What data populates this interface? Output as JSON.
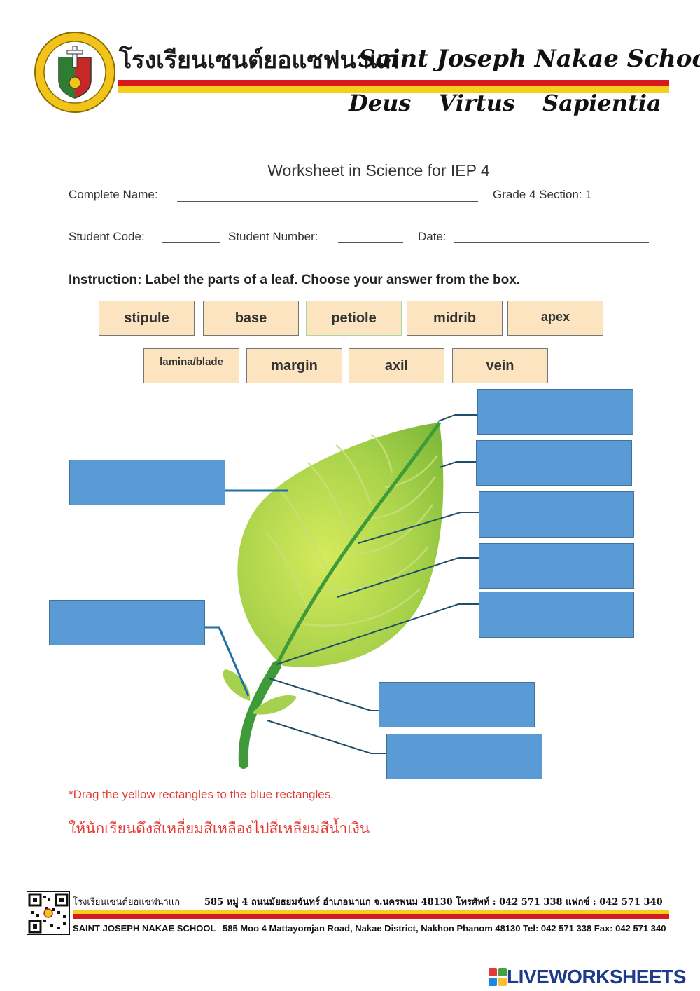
{
  "header": {
    "school_name_thai": "โรงเรียนเซนต์ยอแซฟนาแก",
    "school_name_english": "Saint Joseph Nakae School",
    "motto": "Deus Virtus Sapientia",
    "colors": {
      "stripe_red": "#d71920",
      "stripe_yellow": "#f4d01d"
    }
  },
  "worksheet": {
    "title": "Worksheet in Science for IEP 4",
    "complete_name_label": "Complete Name:",
    "grade_section": "Grade 4 Section: 1",
    "student_code_label": "Student Code:",
    "student_number_label": "Student Number:",
    "date_label": "Date:",
    "instruction": "Instruction: Label the parts of a leaf. Choose your answer from the box."
  },
  "answer_choices": [
    "stipule",
    "base",
    "petiole",
    "midrib",
    "apex",
    "lamina/blade",
    "margin",
    "axil",
    "vein"
  ],
  "drop_targets_count": 9,
  "notes": {
    "english": "*Drag the yellow rectangles to the blue rectangles.",
    "thai": "ให้นักเรียนดึงสี่เหลี่ยมสีเหลืองไปสี่เหลี่ยมสีน้ำเงิน"
  },
  "footer": {
    "thai_name": "โรงเรียนเซนต์ยอแซฟนาแก",
    "thai_address": "585 หมู่ 4 ถนนมัยธยมจันทร์ อำเภอนาแก จ.นครพนม 48130  โทรศัพท์ : 042 571 338  แฟกซ์ : 042 571 340",
    "english_name": "SAINT JOSEPH NAKAE SCHOOL",
    "english_address": "585 Moo 4 Mattayomjan Road, Nakae District, Nakhon Phanom 48130  Tel: 042 571 338  Fax: 042 571 340"
  },
  "branding": {
    "liveworksheets": "LIVEWORKSHEETS"
  },
  "colors": {
    "chip_fill": "#fce4c0",
    "drop_fill": "#5b9bd5",
    "note_red": "#e53935",
    "leaf_green": "#8cc63f"
  }
}
